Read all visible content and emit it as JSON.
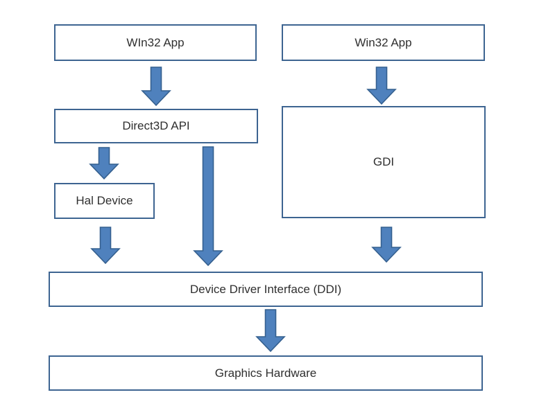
{
  "colors": {
    "canvas_bg": "#ffffff",
    "box_bg": "#ffffff",
    "box_border": "#3d6491",
    "arrow_fill": "#4f81bd",
    "arrow_stroke": "#35608f",
    "text_color": "#2f2f2f"
  },
  "diagram": {
    "title": "Direct3D / GDI graphics pipeline block diagram",
    "nodes": {
      "win32_left": {
        "label": "WIn32 App"
      },
      "win32_right": {
        "label": "Win32 App"
      },
      "direct3d": {
        "label": "Direct3D API"
      },
      "gdi": {
        "label": "GDI"
      },
      "hal": {
        "label": "Hal Device"
      },
      "ddi": {
        "label": "Device Driver Interface (DDI)"
      },
      "hardware": {
        "label": "Graphics Hardware"
      }
    },
    "edges": [
      {
        "from": "win32_left",
        "to": "direct3d"
      },
      {
        "from": "win32_right",
        "to": "gdi"
      },
      {
        "from": "direct3d",
        "to": "hal"
      },
      {
        "from": "direct3d",
        "to": "ddi"
      },
      {
        "from": "hal",
        "to": "ddi"
      },
      {
        "from": "gdi",
        "to": "ddi"
      },
      {
        "from": "ddi",
        "to": "hardware"
      }
    ]
  }
}
